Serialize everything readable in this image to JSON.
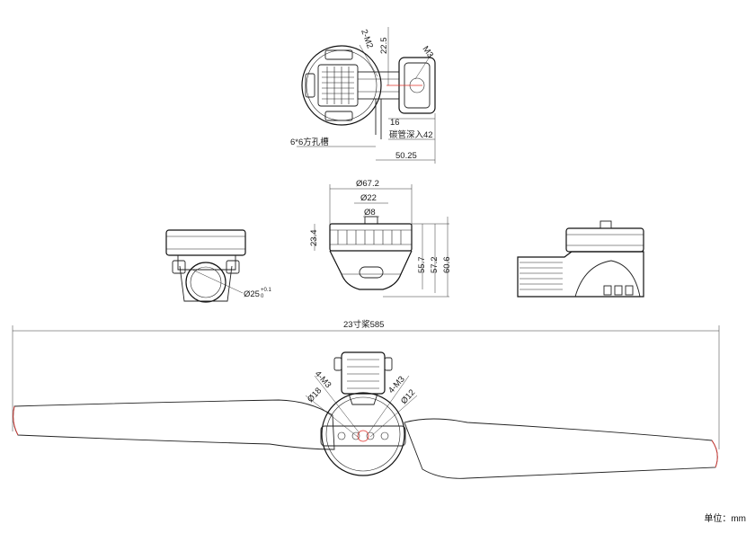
{
  "top_view": {
    "m2_label": "2-M2",
    "dim_22_5": "22.5",
    "m3_label": "M3",
    "dim_16": "16",
    "tube_depth": "碳管深入42",
    "slot_label": "6*6方孔槽",
    "dim_50_25": "50.25"
  },
  "front_view": {
    "dia_67_2": "Ø67.2",
    "dia_22": "Ø22",
    "dia_8": "Ø8",
    "h_23_4": "23.4",
    "h_55_7": "55.7",
    "h_57_2": "57.2",
    "h_60_6": "60.6"
  },
  "side_view": {
    "clamp_dia": "Ø25",
    "tol_upper": "+0.1",
    "tol_lower": "0"
  },
  "prop_view": {
    "span_label": "23寸桨585",
    "left_holes": "4-M3",
    "left_dia": "Ø18",
    "right_holes": "4-M3",
    "right_dia": "Ø12"
  },
  "unit_label": "单位：mm",
  "colors": {
    "line": "#222222",
    "highlight": "#e0302a"
  }
}
